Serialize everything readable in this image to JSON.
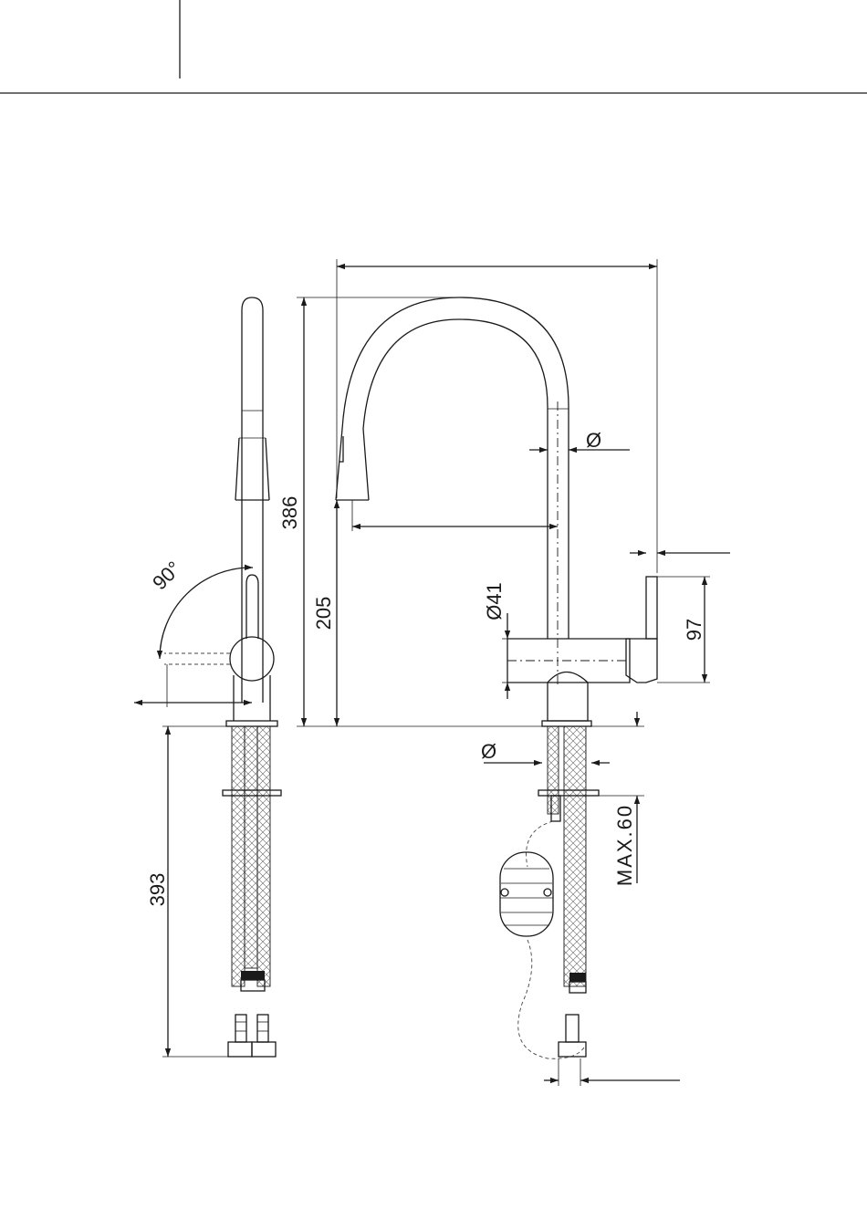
{
  "dimensions": {
    "overall_height": "386",
    "spout_height": "205",
    "spout_diameter": "Ø",
    "body_diameter": "Ø41",
    "lever_height": "97",
    "base_diameter": "Ø",
    "counter_max": "MAX.60",
    "hose_length": "393",
    "lever_angle": "90°"
  }
}
